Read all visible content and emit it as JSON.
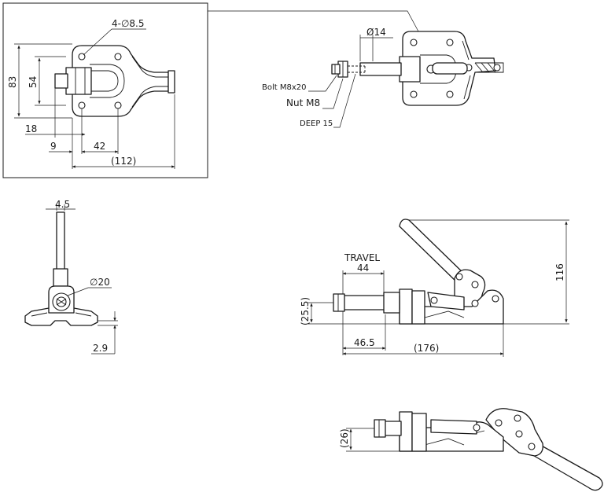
{
  "drawing": {
    "top_view": {
      "hole_spec": "4-∅8.5",
      "height_outer": "83",
      "height_inner": "54",
      "offset_18": "18",
      "offset_9": "9",
      "spacing_42": "42",
      "length_112": "(112)"
    },
    "detail_view": {
      "rod_diameter": "Ø14",
      "bolt": "Bolt M8x20",
      "nut": "Nut M8",
      "deep": "DEEP 15"
    },
    "end_view": {
      "thickness": "4.5",
      "spindle_diameter": "∅20",
      "base_height": "2.9"
    },
    "side_view_extended": {
      "travel_label": "TRAVEL",
      "travel_value": "44",
      "height_116": "116",
      "spindle_height": "(25.5)",
      "dist_46_5": "46.5",
      "length_176": "(176)"
    },
    "side_view_retracted": {
      "spindle_height": "(26)"
    }
  }
}
